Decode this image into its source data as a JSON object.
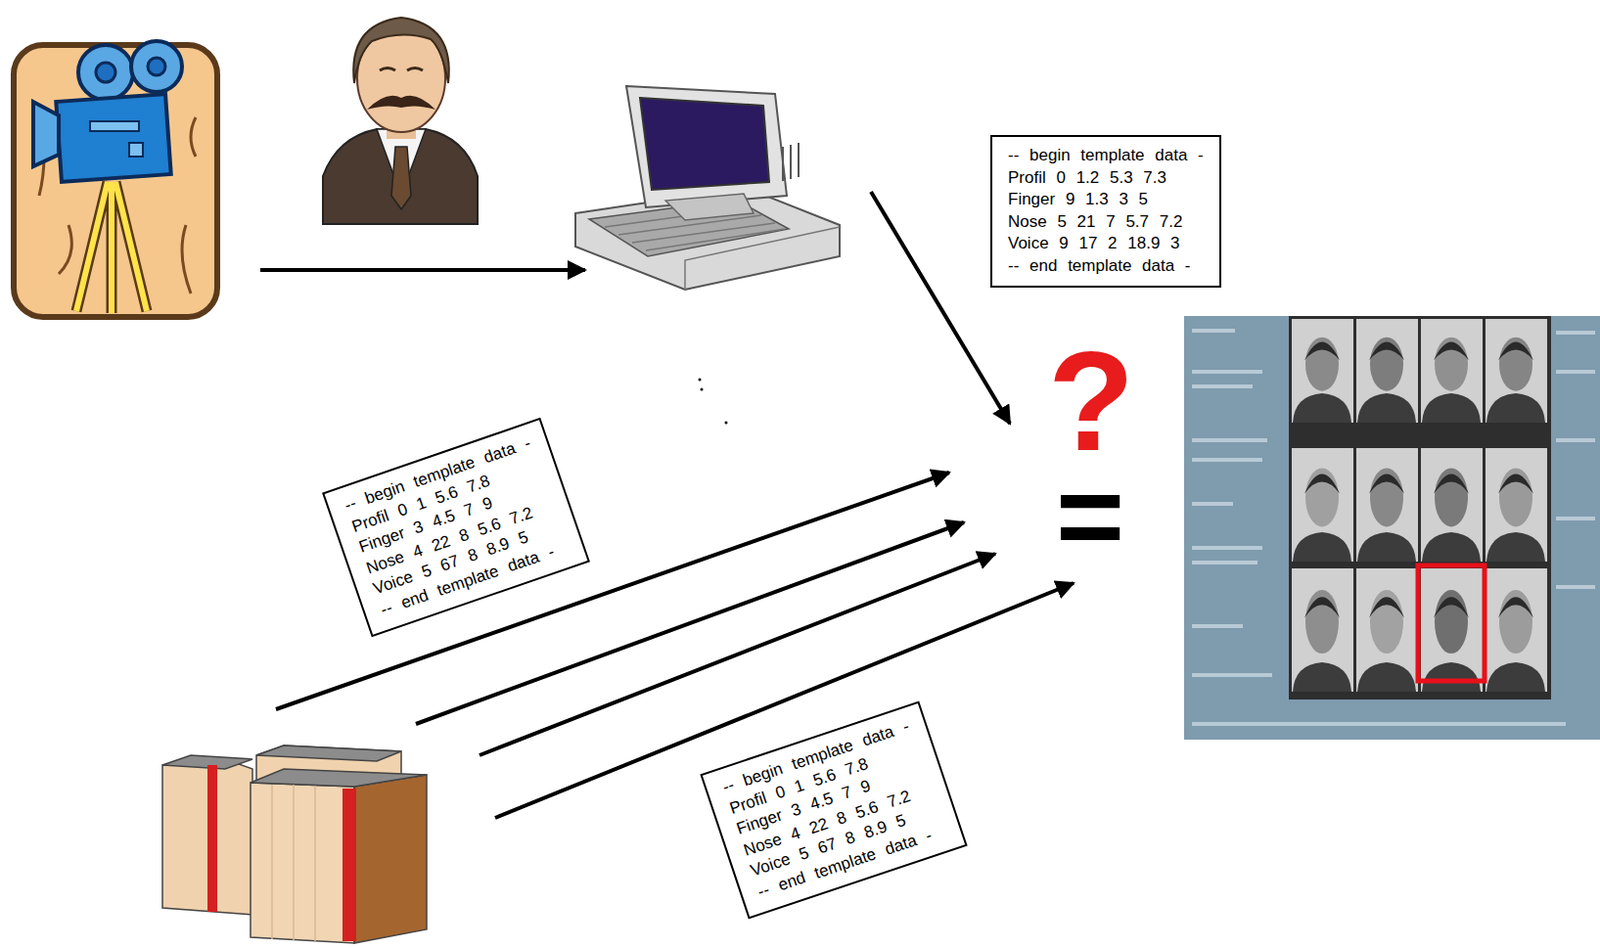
{
  "diagram": {
    "nodes": [
      {
        "text": [
          "-- begin template data -",
          "Profil 0 1.2 5.3 7.3",
          "Finger 9 1.3 3 5",
          "Nose 5 21 7 5.7 7.2",
          "Voice 9 17 2 18.9 3",
          "-- end template data -"
        ]
      },
      {
        "text": [
          "-- begin template data -",
          "Profil 0 1 5.6 7.8",
          "Finger 3 4.5 7 9",
          "Nose 4 22 8 5.6 7.2",
          "Voice 5 67 8 8.9 5",
          "-- end template data -"
        ]
      },
      {
        "text": [
          "-- begin template data -",
          "Profil 0 1 5.6 7.8",
          "Finger 3 4.5 7 9",
          "Nose 4 22 8 5.6 7.2",
          "Voice 5 67 8 8.9 5",
          "-- end template data -"
        ]
      }
    ],
    "labels": [
      "?",
      "="
    ]
  }
}
